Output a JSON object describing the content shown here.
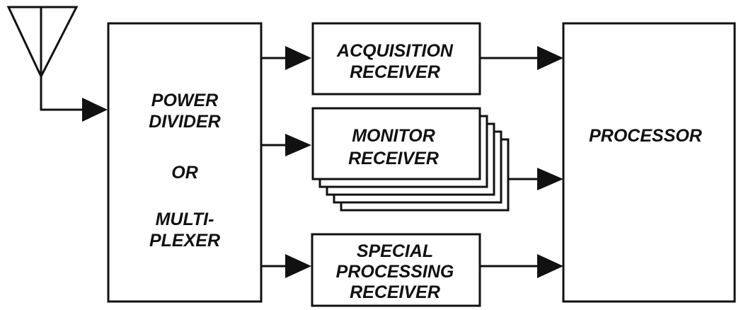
{
  "diagram": {
    "type": "block-diagram",
    "antenna": {
      "icon": "antenna-icon"
    },
    "blocks": {
      "divider": {
        "lines": [
          "POWER",
          "DIVIDER",
          "",
          "OR",
          "",
          "MULTI-",
          "PLEXER"
        ]
      },
      "acquisition": {
        "lines": [
          "ACQUISITION",
          "RECEIVER"
        ]
      },
      "monitor": {
        "lines": [
          "MONITOR",
          "RECEIVER"
        ],
        "stacked_copies": 5
      },
      "special": {
        "lines": [
          "SPECIAL",
          "PROCESSING",
          "RECEIVER"
        ]
      },
      "processor": {
        "lines": [
          "PROCESSOR"
        ]
      }
    },
    "connections": [
      {
        "from": "antenna",
        "to": "divider"
      },
      {
        "from": "divider",
        "to": "acquisition"
      },
      {
        "from": "divider",
        "to": "monitor"
      },
      {
        "from": "divider",
        "to": "special"
      },
      {
        "from": "acquisition",
        "to": "processor"
      },
      {
        "from": "monitor",
        "to": "processor"
      },
      {
        "from": "special",
        "to": "processor"
      }
    ],
    "colors": {
      "ink": "#111111",
      "background": "#ffffff"
    }
  }
}
